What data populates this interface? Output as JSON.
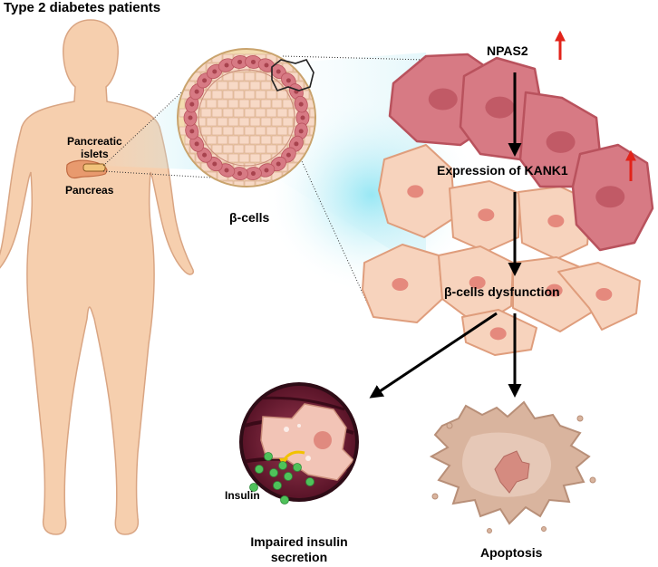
{
  "title": "Type 2 diabetes patients",
  "labels": {
    "pancreatic_islets": [
      "Pancreatic",
      "islets"
    ],
    "pancreas": "Pancreas",
    "beta_cells": "β-cells",
    "npas2": "NPAS2",
    "kank1": "Expression of KANK1",
    "dysfunction": "β-cells dysfunction",
    "insulin": "Insulin",
    "impaired": [
      "Impaired insulin",
      "secretion"
    ],
    "apoptosis": "Apoptosis"
  },
  "colors": {
    "skin": "#f6cfae",
    "skin_outline": "#d9a583",
    "beta_cell": "#d77a84",
    "beta_cell_outline": "#b9525d",
    "normal_cell": "#f7d3bd",
    "normal_cell_outline": "#df9d7c",
    "nucleus": "#e5897d",
    "up_arrow": "#e2231a",
    "insulin_granule": "#4fc25a"
  },
  "icons": [
    "up-arrow-icon",
    "flow-arrow-icon",
    "insulin-granule-icon"
  ]
}
